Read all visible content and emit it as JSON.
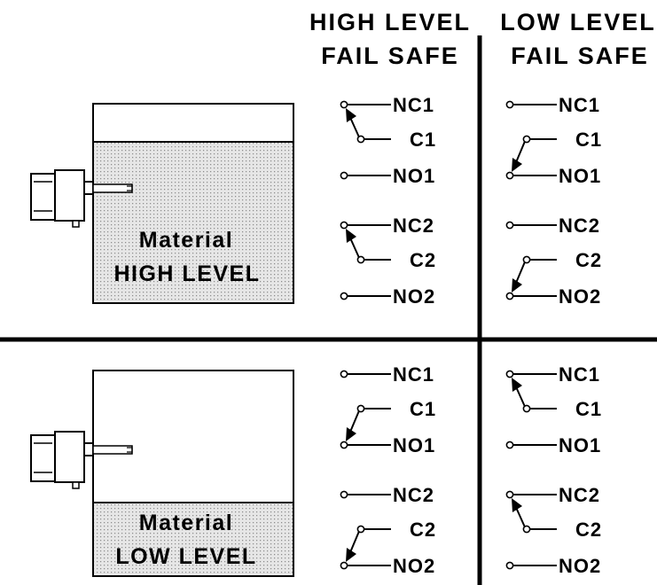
{
  "headers": {
    "high_fail_safe": [
      "HIGH LEVEL",
      "FAIL SAFE"
    ],
    "low_fail_safe": [
      "LOW LEVEL",
      "FAIL SAFE"
    ]
  },
  "tanks": {
    "high": {
      "line1": "Material",
      "line2": "HIGH LEVEL"
    },
    "low": {
      "line1": "Material",
      "line2": "LOW LEVEL"
    }
  },
  "terminals": [
    "NC1",
    "C1",
    "NO1",
    "NC2",
    "C2",
    "NO2"
  ],
  "relays": {
    "top_left": [
      "NC",
      "NC"
    ],
    "top_right": [
      "NO",
      "NO"
    ],
    "bottom_left": [
      "NO",
      "NO"
    ],
    "bottom_right": [
      "NC",
      "NC"
    ]
  },
  "colors": {
    "ink": "#000000",
    "material_fill": "#e6e6e6",
    "material_dot": "#8a8a8a",
    "background": "#ffffff"
  }
}
